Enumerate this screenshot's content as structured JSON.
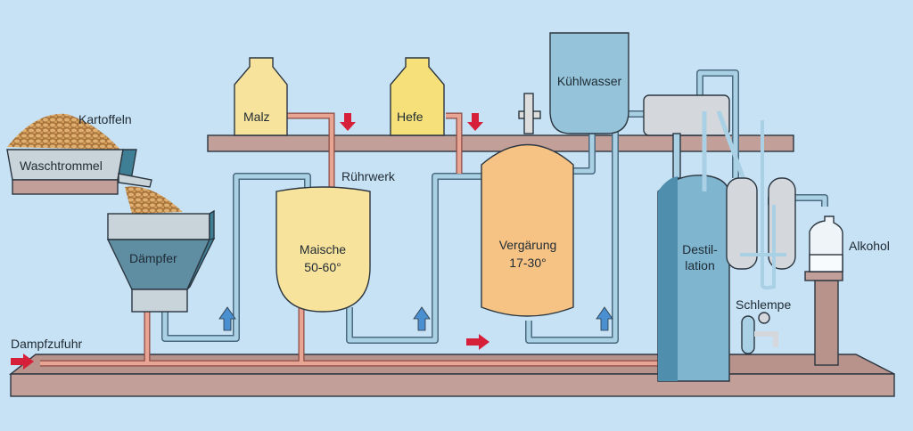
{
  "labels": {
    "kartoffeln": "Kartoffeln",
    "waschtrommel": "Waschtrommel",
    "daempfer": "Dämpfer",
    "dampfzufuhr": "Dampfzufuhr",
    "malz": "Malz",
    "hefe": "Hefe",
    "ruehrwerk": "Rührwerk",
    "maische_1": "Maische",
    "maische_2": "50-60°",
    "vergaerung_1": "Vergärung",
    "vergaerung_2": "17-30°",
    "kuehlwasser": "Kühlwasser",
    "destillation_1": "Destil-",
    "destillation_2": "lation",
    "schlempe": "Schlempe",
    "alkohol": "Alkohol"
  },
  "colors": {
    "background": "#c8e2f5",
    "platform": "#c29f99",
    "steam_pipe": "#e9a593",
    "water_pipe": "#a9d0e4",
    "flow_arrow_red": "#d6203a",
    "flow_arrow_blue": "#4a8fd0",
    "mash": "#f8e39c",
    "ferment": "#f7c384",
    "column": "#7fb5cf"
  }
}
